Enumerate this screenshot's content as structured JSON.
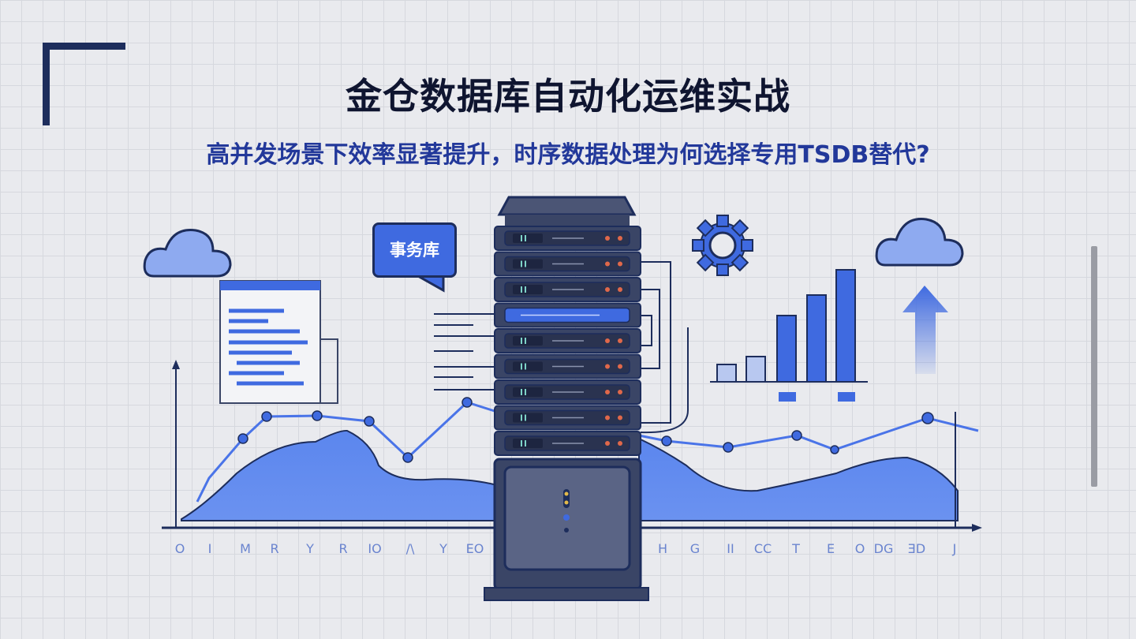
{
  "header": {
    "title": "金仓数据库自动化运维实战",
    "subtitle": "高并发场景下效率显著提升，时序数据处理为何选择专用TSDB替代?"
  },
  "illustration": {
    "bubble_label": "事务库",
    "left_axis_labels": [
      "O",
      "I",
      "M",
      "R",
      "Y",
      "R",
      "IO",
      "/\\",
      "Y",
      "EO"
    ],
    "right_axis_labels": [
      "H",
      "G",
      "II",
      "CC",
      "T",
      "E",
      "O",
      "DG",
      "ƎD",
      "J"
    ],
    "colors": {
      "accent": "#3f6ae0",
      "dark": "#1d2d5c",
      "rack": "#3a4566",
      "area": "#5b86ee"
    },
    "icons": [
      "cloud-icon",
      "gear-icon",
      "arrow-up-icon",
      "server-rack-icon",
      "window-icon",
      "bar-chart-icon"
    ]
  }
}
